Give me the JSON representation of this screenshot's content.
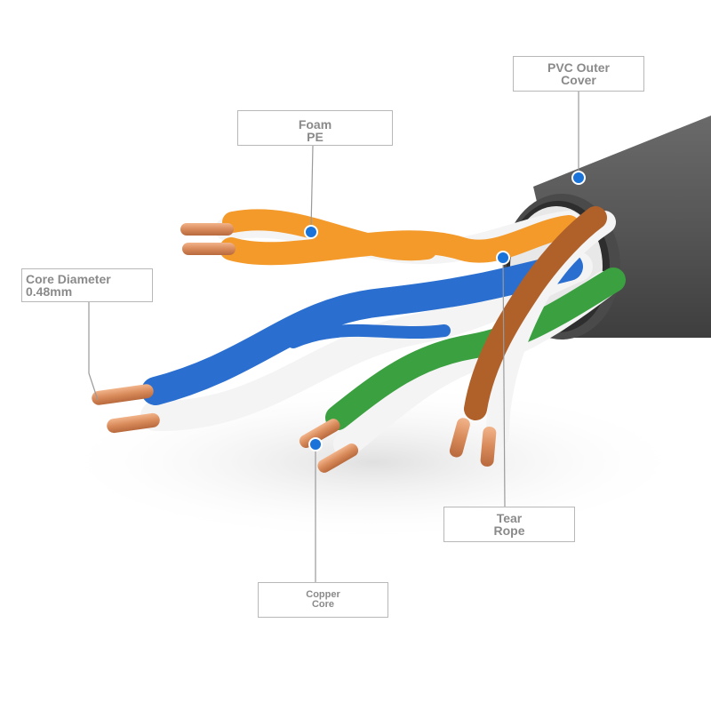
{
  "labels": {
    "pvc_outer_cover": [
      "PVC Outer",
      "Cover"
    ],
    "foam_pe": [
      "Foam",
      "PE"
    ],
    "core_diameter": [
      "Core Diameter",
      "0.48mm"
    ],
    "tear_rope": [
      "Tear",
      "Rope"
    ],
    "copper_core": [
      "Copper",
      "Core"
    ]
  },
  "colors": {
    "jacket": "#5a5a5a",
    "orange": "#f39a2b",
    "blue": "#2a6fd0",
    "green": "#3aa040",
    "brown": "#b0612a",
    "white": "#f4f4f4",
    "copper": "#d88a5a",
    "marker": "#1a73d9",
    "leader": "#9a9a9a"
  }
}
